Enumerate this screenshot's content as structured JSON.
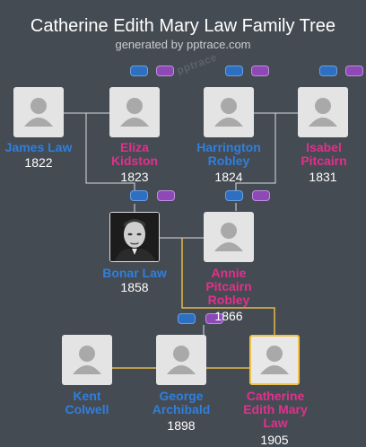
{
  "header": {
    "title": "Catherine Edith Mary Law Family Tree",
    "subtitle": "generated by pptrace.com",
    "watermark": "pptrace"
  },
  "colors": {
    "background": "#454b53",
    "male": "#2f7fdc",
    "female": "#e0318b",
    "line": "#d9dde2",
    "highlight_line": "#e5b94a"
  },
  "people": [
    {
      "id": "james",
      "name": "James Law",
      "year": "1822",
      "gender": "male"
    },
    {
      "id": "eliza",
      "name": "Eliza Kidston",
      "year": "1823",
      "gender": "female"
    },
    {
      "id": "harrington",
      "name": "Harrington Robley",
      "year": "1824",
      "gender": "male"
    },
    {
      "id": "isabel",
      "name": "Isabel Pitcairn",
      "year": "1831",
      "gender": "female"
    },
    {
      "id": "bonar",
      "name": "Bonar Law",
      "year": "1858",
      "gender": "male"
    },
    {
      "id": "annie",
      "name": "Annie Pitcairn Robley",
      "year": "1866",
      "gender": "female"
    },
    {
      "id": "kent",
      "name": "Kent Colwell",
      "year": "",
      "gender": "male"
    },
    {
      "id": "george",
      "name": "George Archibald",
      "year": "1898",
      "gender": "male"
    },
    {
      "id": "catherine",
      "name": "Catherine Edith Mary Law",
      "year": "1905",
      "gender": "female"
    }
  ]
}
